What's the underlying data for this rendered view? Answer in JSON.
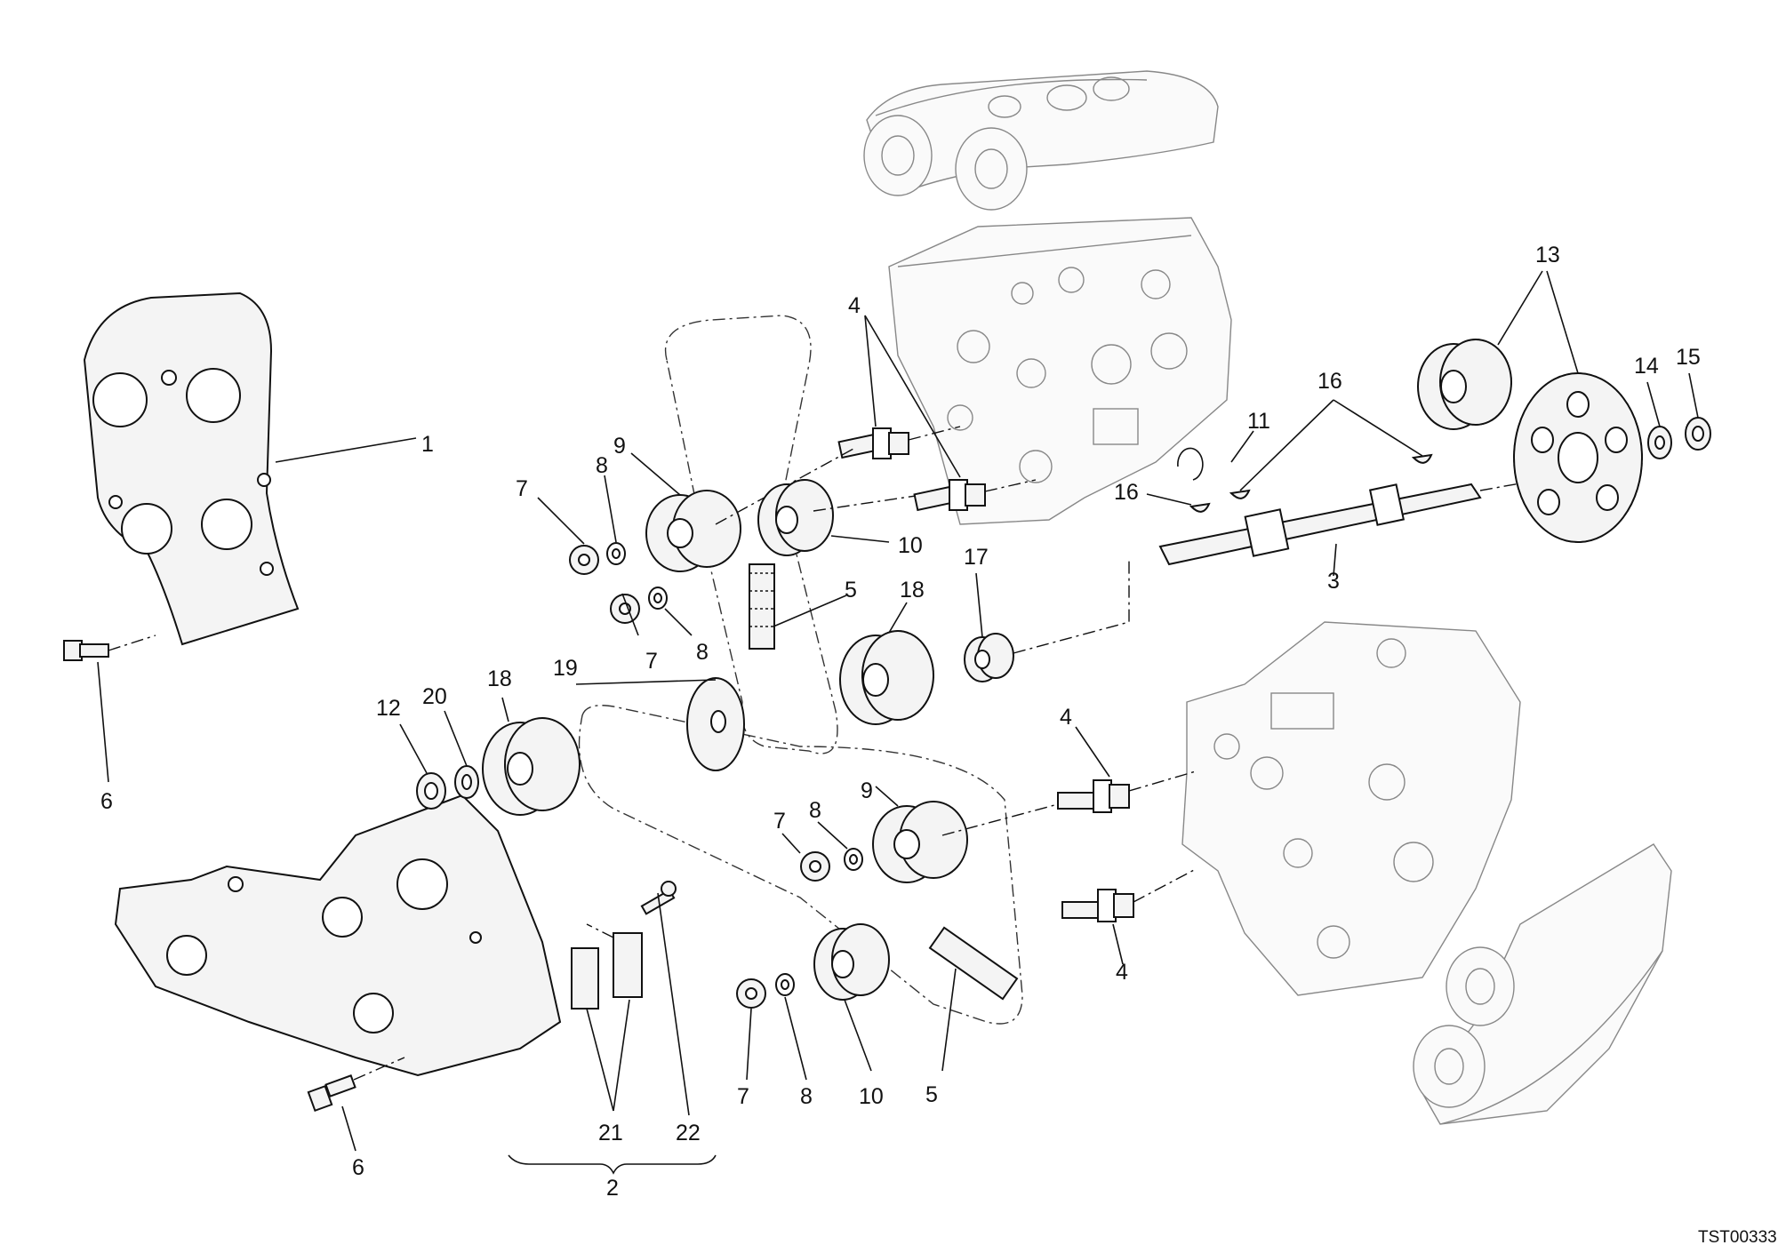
{
  "callouts": {
    "c1": "1",
    "c2": "2",
    "c3": "3",
    "c4a": "4",
    "c4b": "4",
    "c5a": "5",
    "c5b": "5",
    "c6a": "6",
    "c6b": "6",
    "c7a": "7",
    "c7b": "7",
    "c7c": "7",
    "c7d": "7",
    "c8a": "8",
    "c8b": "8",
    "c8c": "8",
    "c8d": "8",
    "c9a": "9",
    "c9b": "9",
    "c10a": "10",
    "c10b": "10",
    "c11": "11",
    "c12": "12",
    "c13": "13",
    "c14": "14",
    "c15": "15",
    "c16a": "16",
    "c16b": "16",
    "c17": "17",
    "c18a": "18",
    "c18b": "18",
    "c19": "19",
    "c20": "20",
    "c21": "21",
    "c22": "22"
  },
  "drawing_code": "TST00333",
  "colors": {
    "line": "#111111",
    "ghost": "#888888",
    "background": "#ffffff"
  }
}
